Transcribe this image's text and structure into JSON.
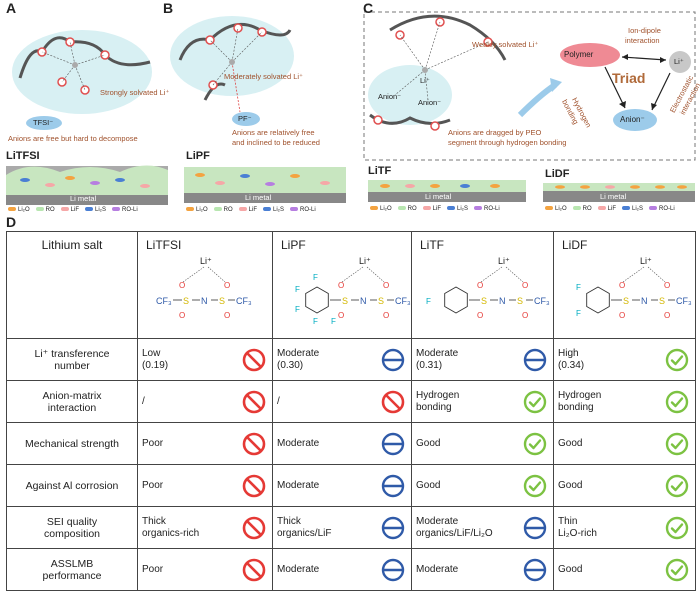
{
  "panels": {
    "A": {
      "letter": "A",
      "note": "Strongly solvated Li⁺",
      "anion": "TFSI⁻",
      "anion_note": "Anions are free but hard to decompose",
      "salt": "LiTFSI",
      "metal": "Li metal"
    },
    "B": {
      "letter": "B",
      "note": "Moderately solvated Li⁺",
      "anion": "PF⁻",
      "anion_note_1": "Anions are relatively free",
      "anion_note_2": "and inclined to be reduced",
      "salt": "LiPF",
      "metal": "Li metal"
    },
    "C": {
      "letter": "C",
      "note": "Weakly solvated Li⁺",
      "anion_left": "Anion⁻",
      "anion_right": "Anion⁻",
      "li": "Li⁺",
      "drag_note_1": "Anions are dragged by PEO",
      "drag_note_2": "segment through hydrogen bonding",
      "triad": "Triad",
      "polymer": "Polymer",
      "anion_node": "Anion⁻",
      "li_node": "Li⁺",
      "ion_dipole": "Ion-dipole",
      "interaction": "interaction",
      "hydrogen": "Hydrogen",
      "bonding": "bonding",
      "electrostatic": "Electrostatic",
      "interaction2": "interaction",
      "salt_tf": "LiTF",
      "salt_df": "LiDF",
      "metal": "Li metal"
    },
    "D": {
      "letter": "D"
    }
  },
  "legend": [
    "Li₂O",
    "RO",
    "LiF",
    "Li₂S",
    "RO-Li"
  ],
  "legend_colors": [
    "#f4a340",
    "#b8e6b0",
    "#f6a7a7",
    "#4a7fd4",
    "#b67ee0"
  ],
  "table": {
    "corner": "Lithium salt",
    "salts": [
      {
        "name": "LiTFSI",
        "formula": "CF₃-S-N-S-CF₃"
      },
      {
        "name": "LiPF",
        "formula": "C₆F₅-S-N-S-CF₃"
      },
      {
        "name": "LiTF",
        "formula": "C₆H₄F-S-N-S-CF₃"
      },
      {
        "name": "LiDF",
        "formula": "C₆H₃F₂-S-N-S-CF₃"
      }
    ],
    "struct_labels": {
      "li": "Li⁺",
      "cf3": "CF₃",
      "n": "N",
      "s": "S",
      "o": "O",
      "f": "F"
    },
    "rows": [
      {
        "label_1": "Li⁺ transference",
        "label_2": "number",
        "cells": [
          {
            "l1": "Low",
            "l2": "(0.19)",
            "s": "bad"
          },
          {
            "l1": "Moderate",
            "l2": "(0.30)",
            "s": "mid"
          },
          {
            "l1": "Moderate",
            "l2": "(0.31)",
            "s": "mid"
          },
          {
            "l1": "High",
            "l2": "(0.34)",
            "s": "good"
          }
        ]
      },
      {
        "label_1": "Anion-matrix",
        "label_2": "interaction",
        "cells": [
          {
            "l1": "/",
            "l2": "",
            "s": "bad"
          },
          {
            "l1": "/",
            "l2": "",
            "s": "bad"
          },
          {
            "l1": "Hydrogen",
            "l2": "bonding",
            "s": "good"
          },
          {
            "l1": "Hydrogen",
            "l2": "bonding",
            "s": "good"
          }
        ]
      },
      {
        "label_1": "Mechanical strength",
        "label_2": "",
        "cells": [
          {
            "l1": "Poor",
            "l2": "",
            "s": "bad"
          },
          {
            "l1": "Moderate",
            "l2": "",
            "s": "mid"
          },
          {
            "l1": "Good",
            "l2": "",
            "s": "good"
          },
          {
            "l1": "Good",
            "l2": "",
            "s": "good"
          }
        ]
      },
      {
        "label_1": "Against Al corrosion",
        "label_2": "",
        "cells": [
          {
            "l1": "Poor",
            "l2": "",
            "s": "bad"
          },
          {
            "l1": "Moderate",
            "l2": "",
            "s": "mid"
          },
          {
            "l1": "Good",
            "l2": "",
            "s": "good"
          },
          {
            "l1": "Good",
            "l2": "",
            "s": "good"
          }
        ]
      },
      {
        "label_1": "SEI quality",
        "label_2": "composition",
        "cells": [
          {
            "l1": "Thick",
            "l2": "organics-rich",
            "s": "bad"
          },
          {
            "l1": "Thick",
            "l2": "organics/LiF",
            "s": "mid"
          },
          {
            "l1": "Moderate",
            "l2": "organics/LiF/Li₂O",
            "s": "mid"
          },
          {
            "l1": "Thin",
            "l2": "Li₂O-rich",
            "s": "good"
          }
        ]
      },
      {
        "label_1": "ASSLMB",
        "label_2": "performance",
        "cells": [
          {
            "l1": "Poor",
            "l2": "",
            "s": "bad"
          },
          {
            "l1": "Moderate",
            "l2": "",
            "s": "mid"
          },
          {
            "l1": "Moderate",
            "l2": "",
            "s": "mid"
          },
          {
            "l1": "Good",
            "l2": "",
            "s": "good"
          }
        ]
      }
    ]
  }
}
